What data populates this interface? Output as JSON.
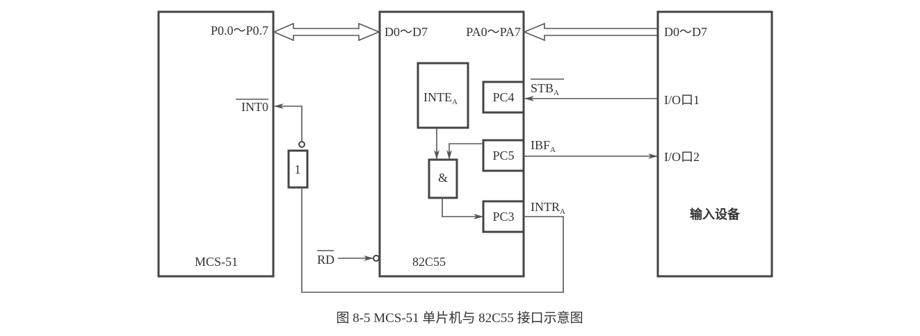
{
  "blocks": {
    "mcu": {
      "name": "MCS-51",
      "port_label": "P0.0～P0.7",
      "int_label": "INT0"
    },
    "ppi": {
      "name": "82C55",
      "data_label": "D0～D7",
      "porta_label": "PA0～PA7",
      "inte_label": "INTE",
      "inte_sub": "A",
      "and_label": "&",
      "pc4": "PC4",
      "pc5": "PC5",
      "pc3": "PC3",
      "rd_label": "RD"
    },
    "device": {
      "name": "输入设备",
      "data_label": "D0～D7",
      "io1": "I/O口1",
      "io2": "I/O口2"
    },
    "inverter": {
      "label": "1"
    }
  },
  "signals": {
    "stb": {
      "main": "STB",
      "sub": "A"
    },
    "ibf": {
      "main": "IBF",
      "sub": "A"
    },
    "intr": {
      "main": "INTR",
      "sub": "A"
    }
  },
  "caption": "图 8-5   MCS-51 单片机与 82C55 接口示意图"
}
